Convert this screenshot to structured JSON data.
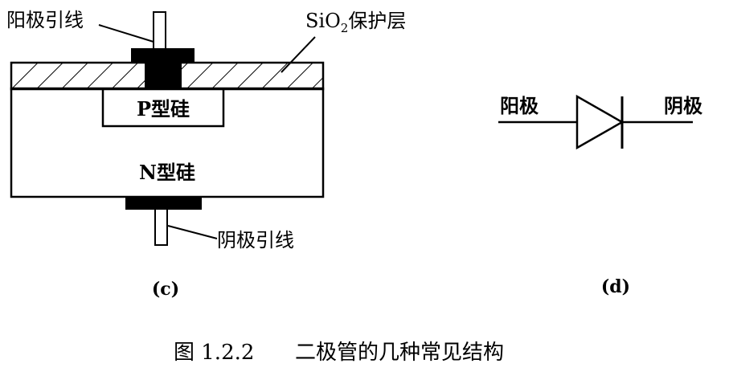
{
  "structure_diagram": {
    "anode_lead_label": "阳极引线",
    "oxide_label_prefix": "SiO",
    "oxide_label_subscript": "2",
    "oxide_label_suffix": "保护层",
    "p_region_label": "P型硅",
    "n_region_label": "N型硅",
    "cathode_lead_label": "阴极引线",
    "sublabel": "(c)"
  },
  "symbol_diagram": {
    "anode_label": "阳极",
    "cathode_label": "阴极",
    "sublabel": "(d)"
  },
  "caption": {
    "number": "图 1.2.2",
    "text": "二极管的几种常见结构"
  }
}
